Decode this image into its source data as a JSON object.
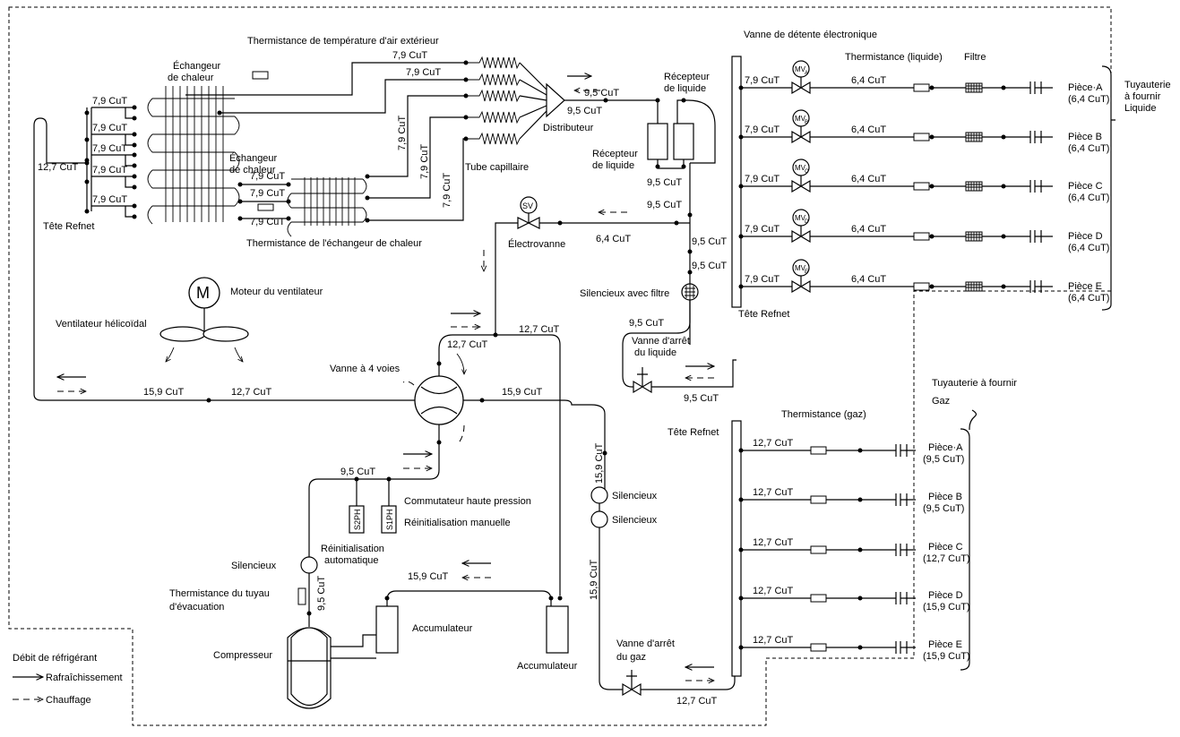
{
  "labels": {
    "outdoor_air_thermistor": "Thermistance de température d'air extérieur",
    "electronic_expansion_valve": "Vanne de détente électronique",
    "heat_exchanger_1": [
      "Échangeur",
      "de chaleur"
    ],
    "heat_exchanger_2": [
      "Échangeur",
      "de chaleur"
    ],
    "liquid_receiver_1": [
      "Récepteur",
      "de liquide"
    ],
    "liquid_receiver_2": [
      "Récepteur",
      "de liquide"
    ],
    "distributor": "Distributeur",
    "capillary_tube": "Tube capillaire",
    "heat_exchanger_thermistor": "Thermistance de l'échangeur de chaleur",
    "refnet_head_left": "Tête Refnet",
    "refnet_head_liquid": "Tête Refnet",
    "refnet_head_gas": "Tête Refnet",
    "solenoid_valve": "Électrovanne",
    "sv": "SV",
    "fan_motor": "Moteur du ventilateur",
    "motor_symbol": "M",
    "propeller_fan": "Ventilateur hélicoïdal",
    "four_way_valve": "Vanne à 4 voies",
    "muffler_filter": "Silencieux avec filtre",
    "liquid_stop_valve": [
      "Vanne d'arrêt",
      "du liquide"
    ],
    "gas_stop_valve": [
      "Vanne d'arrêt",
      "du gaz"
    ],
    "high_pressure_switch": "Commutateur haute pression",
    "manual_reset": "Réinitialisation manuelle",
    "auto_reset": [
      "Réinitialisation",
      "automatique"
    ],
    "muffler_1": "Silencieux",
    "muffler_2": "Silencieux",
    "muffler_3": "Silencieux",
    "discharge_thermistor": [
      "Thermistance du tuyau",
      "d'évacuation"
    ],
    "accumulator_1": "Accumulateur",
    "accumulator_2": "Accumulateur",
    "compressor": "Compresseur",
    "s2ph": "S2PH",
    "s1ph": "S1PH",
    "liquid_thermistor": "Thermistance (liquide)",
    "filter": "Filtre",
    "gas_thermistor": "Thermistance (gaz)",
    "field_piping_liquid": [
      "Tuyauterie",
      "à fournir",
      "Liquide"
    ],
    "field_piping_gas": [
      "Tuyauterie à fournir",
      "Gaz"
    ]
  },
  "pipes": {
    "p79": "7,9 CuT",
    "p95": "9,5 CuT",
    "p64": "6,4 CuT",
    "p127": "12,7 CuT",
    "p159": "15,9 CuT"
  },
  "liquid_rooms": [
    {
      "valve": "MV",
      "sub": "A",
      "room": "Pièce·A",
      "size": "(6,4 CuT)"
    },
    {
      "valve": "MV",
      "sub": "B",
      "room": "Pièce B",
      "size": "(6,4 CuT)"
    },
    {
      "valve": "MV",
      "sub": "C",
      "room": "Pièce C",
      "size": "(6,4 CuT)"
    },
    {
      "valve": "MV",
      "sub": "D",
      "room": "Pièce D",
      "size": "(6,4 CuT)"
    },
    {
      "valve": "MV",
      "sub": "E",
      "room": "Pièce E",
      "size": "(6,4 CuT)"
    }
  ],
  "gas_rooms": [
    {
      "room": "Pièce·A",
      "size": "(9,5 CuT)"
    },
    {
      "room": "Pièce B",
      "size": "(9,5 CuT)"
    },
    {
      "room": "Pièce C",
      "size": "(12,7 CuT)"
    },
    {
      "room": "Pièce D",
      "size": "(15,9 CuT)"
    },
    {
      "room": "Pièce E",
      "size": "(15,9 CuT)"
    }
  ],
  "legend": {
    "title": "Débit de réfrigérant",
    "cooling": "Rafraîchissement",
    "heating": "Chauffage"
  }
}
